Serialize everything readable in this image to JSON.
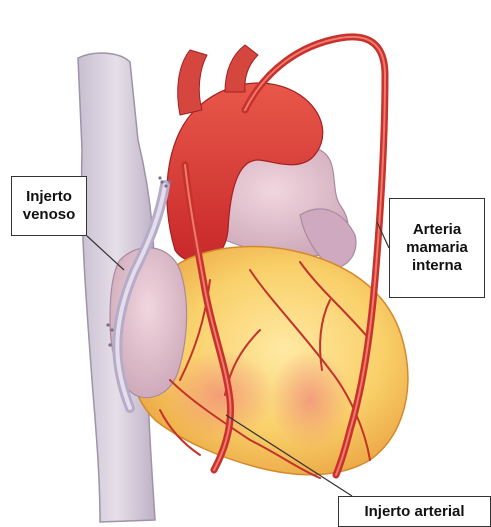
{
  "labels": {
    "vein_graft": "Injerto\nvenoso",
    "internal_mammary": "Arteria\nmamaria\ninterna",
    "arterial_graft": "Injerto arterial"
  }
}
